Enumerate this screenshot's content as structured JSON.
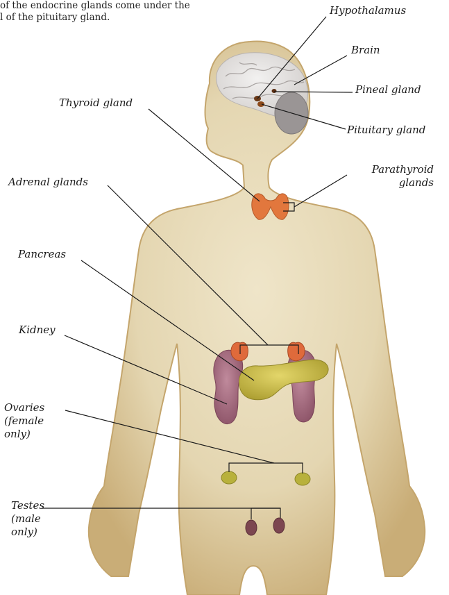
{
  "intro_text": {
    "line1": "of the endocrine glands come under the",
    "line2": "l of the pituitary gland."
  },
  "labels": {
    "hypothalamus": "Hypothalamus",
    "brain": "Brain",
    "pineal_gland": "Pineal gland",
    "thyroid_gland": "Thyroid gland",
    "pituitary_gland": "Pituitary gland",
    "parathyroid_glands": [
      "Parathyroid",
      "glands"
    ],
    "adrenal_glands": "Adrenal glands",
    "pancreas": "Pancreas",
    "kidney": "Kidney",
    "ovaries": [
      "Ovaries",
      "(female",
      "only)"
    ],
    "testes": [
      "Testes",
      "(male",
      "only)"
    ]
  },
  "colors": {
    "background": "#ffffff",
    "body_skin": "#d9c69a",
    "body_outline": "#b89a63",
    "brain": "#e4e2e1",
    "cerebellum": "#9a9595",
    "thyroid": "#e2773d",
    "adrenal": "#df6a3b",
    "kidney": "#a1677b",
    "pancreas": "#c6bb46",
    "ovary": "#b8b13c",
    "testis": "#7c4650",
    "leader_line": "#1a1a1a"
  }
}
